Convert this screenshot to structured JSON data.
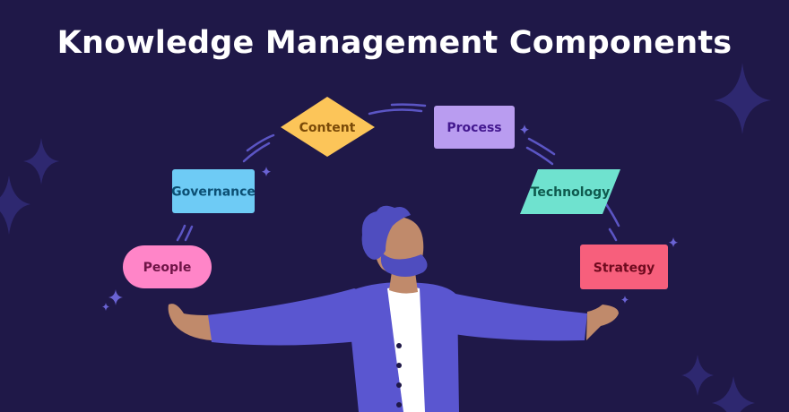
{
  "title": "Knowledge Management Components",
  "components": [
    {
      "key": "people",
      "label": "People",
      "shape": "pill",
      "fill": "#ff85c8",
      "text_color": "#6e1446"
    },
    {
      "key": "governance",
      "label": "Governance",
      "shape": "rounded-rect",
      "fill": "#6ecbf5",
      "text_color": "#0c4f73"
    },
    {
      "key": "content",
      "label": "Content",
      "shape": "diamond",
      "fill": "#fcc559",
      "text_color": "#7a4a08"
    },
    {
      "key": "process",
      "label": "Process",
      "shape": "rounded-rect",
      "fill": "#b99cf0",
      "text_color": "#43188f"
    },
    {
      "key": "technology",
      "label": "Technology",
      "shape": "parallelogram",
      "fill": "#6fe2cf",
      "text_color": "#0f5a4e"
    },
    {
      "key": "strategy",
      "label": "Strategy",
      "shape": "rounded-rect",
      "fill": "#f75f7c",
      "text_color": "#6e0a1e"
    }
  ],
  "colors": {
    "background": "#1f1848",
    "arc": "#5b55c4",
    "sparkle": "#6a63d4",
    "sparkle_dim": "#2e2870",
    "jacket": "#5a56d0",
    "shirt": "#ffffff",
    "skin": "#c08a6b",
    "hair": "#4f4dbf"
  },
  "illustration": "person-juggling-icons"
}
